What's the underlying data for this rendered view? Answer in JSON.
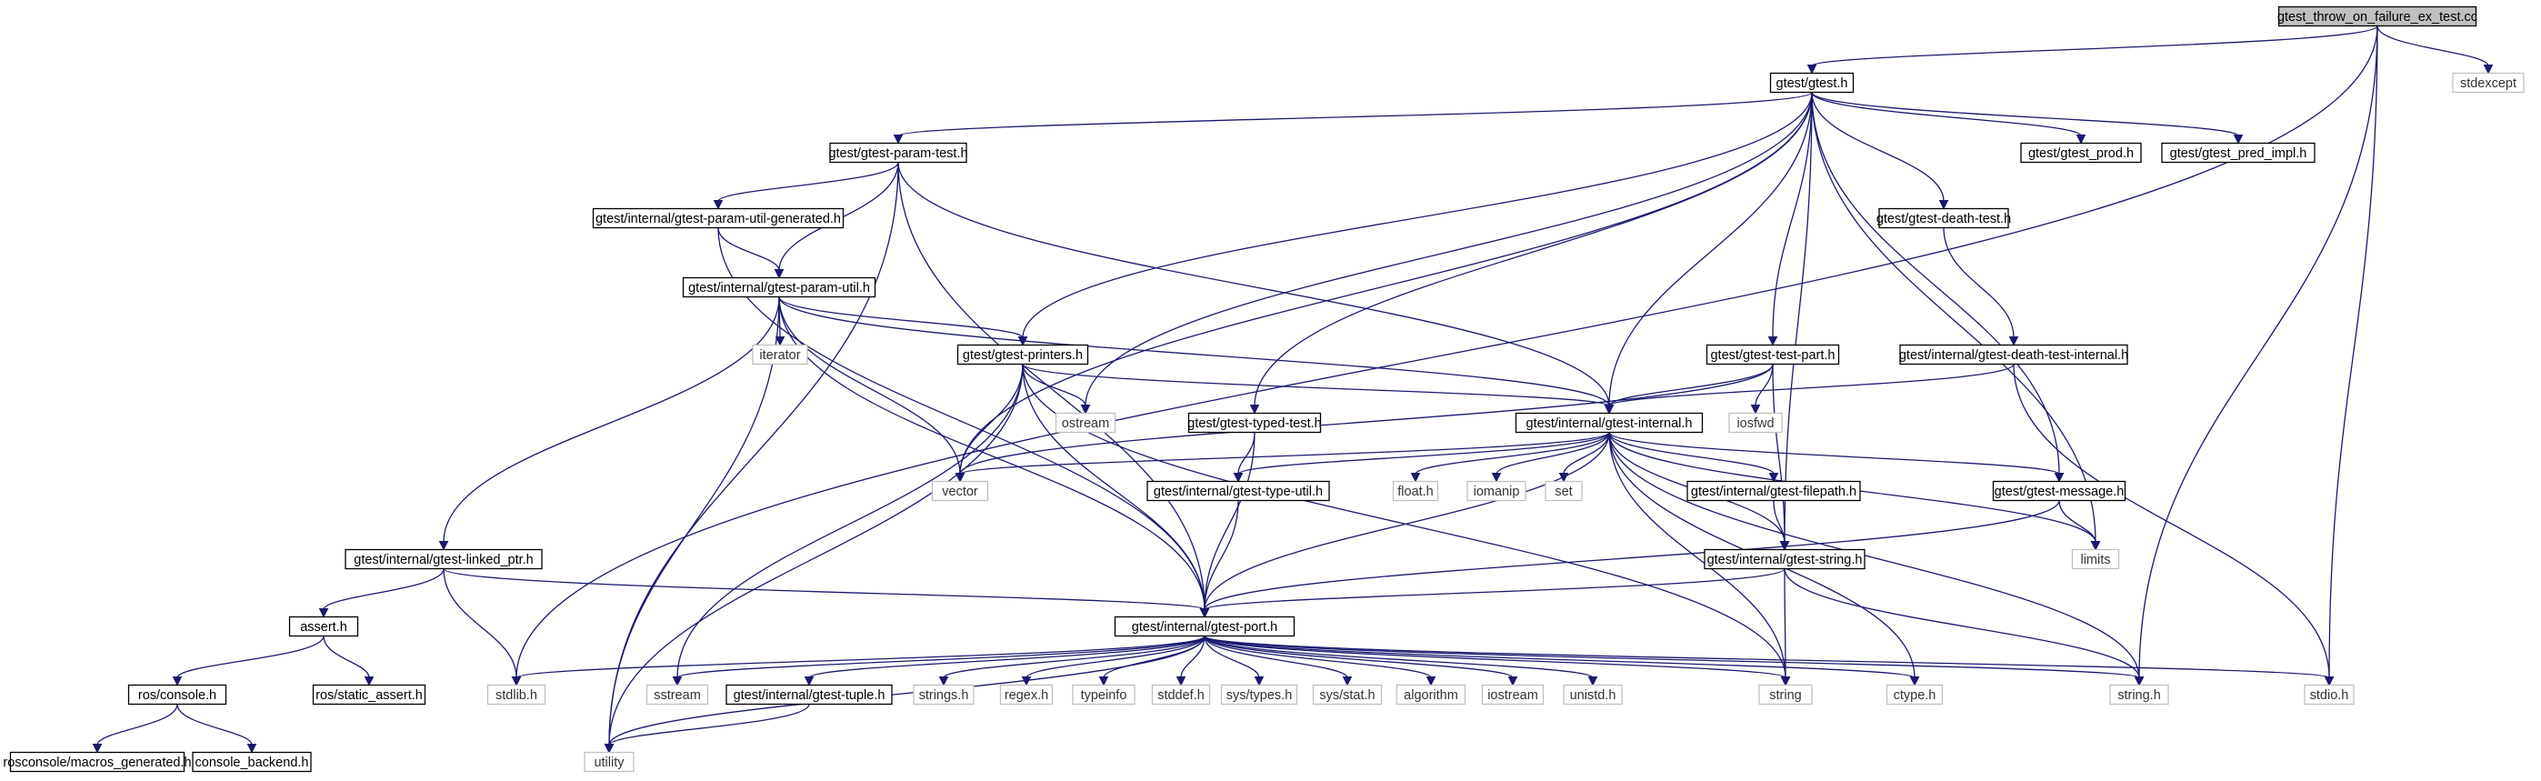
{
  "graph": {
    "title": "",
    "colors": {
      "edge": "#191970",
      "node_border": "#000000",
      "external_border": "#bfbfbf",
      "root_fill": "#bfbfbf",
      "node_fill": "#ffffff",
      "text": "#000000",
      "external_text": "#333333"
    },
    "nodes": [
      {
        "id": "root",
        "label": "gtest_throw_on_failure_ex_test.cc",
        "kind": "root"
      },
      {
        "id": "gtest",
        "label": "gtest/gtest.h",
        "kind": "file"
      },
      {
        "id": "stdexcept",
        "label": "stdexcept",
        "kind": "external"
      },
      {
        "id": "param_test",
        "label": "gtest/gtest-param-test.h",
        "kind": "file"
      },
      {
        "id": "gtest_prod",
        "label": "gtest/gtest_prod.h",
        "kind": "file"
      },
      {
        "id": "pred_impl",
        "label": "gtest/gtest_pred_impl.h",
        "kind": "file"
      },
      {
        "id": "param_util_gen",
        "label": "gtest/internal/gtest-param-util-generated.h",
        "kind": "file"
      },
      {
        "id": "death_test",
        "label": "gtest/gtest-death-test.h",
        "kind": "file"
      },
      {
        "id": "param_util",
        "label": "gtest/internal/gtest-param-util.h",
        "kind": "file"
      },
      {
        "id": "iterator",
        "label": "iterator",
        "kind": "external"
      },
      {
        "id": "printers",
        "label": "gtest/gtest-printers.h",
        "kind": "file"
      },
      {
        "id": "test_part",
        "label": "gtest/gtest-test-part.h",
        "kind": "file"
      },
      {
        "id": "death_internal",
        "label": "gtest/internal/gtest-death-test-internal.h",
        "kind": "file"
      },
      {
        "id": "ostream",
        "label": "ostream",
        "kind": "external"
      },
      {
        "id": "typed_test",
        "label": "gtest/gtest-typed-test.h",
        "kind": "file"
      },
      {
        "id": "internal",
        "label": "gtest/internal/gtest-internal.h",
        "kind": "file"
      },
      {
        "id": "iosfwd",
        "label": "iosfwd",
        "kind": "external"
      },
      {
        "id": "vector",
        "label": "vector",
        "kind": "external"
      },
      {
        "id": "type_util",
        "label": "gtest/internal/gtest-type-util.h",
        "kind": "file"
      },
      {
        "id": "float",
        "label": "float.h",
        "kind": "external"
      },
      {
        "id": "iomanip",
        "label": "iomanip",
        "kind": "external"
      },
      {
        "id": "set",
        "label": "set",
        "kind": "external"
      },
      {
        "id": "filepath",
        "label": "gtest/internal/gtest-filepath.h",
        "kind": "file"
      },
      {
        "id": "message",
        "label": "gtest/gtest-message.h",
        "kind": "file"
      },
      {
        "id": "limits",
        "label": "limits",
        "kind": "external"
      },
      {
        "id": "linked_ptr",
        "label": "gtest/internal/gtest-linked_ptr.h",
        "kind": "file"
      },
      {
        "id": "gstring",
        "label": "gtest/internal/gtest-string.h",
        "kind": "file"
      },
      {
        "id": "assert",
        "label": "assert.h",
        "kind": "file"
      },
      {
        "id": "port",
        "label": "gtest/internal/gtest-port.h",
        "kind": "file"
      },
      {
        "id": "ros_console",
        "label": "ros/console.h",
        "kind": "file"
      },
      {
        "id": "static_assert",
        "label": "ros/static_assert.h",
        "kind": "file"
      },
      {
        "id": "stdlib",
        "label": "stdlib.h",
        "kind": "external"
      },
      {
        "id": "sstream",
        "label": "sstream",
        "kind": "external"
      },
      {
        "id": "tuple",
        "label": "gtest/internal/gtest-tuple.h",
        "kind": "file"
      },
      {
        "id": "strings",
        "label": "strings.h",
        "kind": "external"
      },
      {
        "id": "regex",
        "label": "regex.h",
        "kind": "external"
      },
      {
        "id": "typeinfo",
        "label": "typeinfo",
        "kind": "external"
      },
      {
        "id": "stddef",
        "label": "stddef.h",
        "kind": "external"
      },
      {
        "id": "sys_types",
        "label": "sys/types.h",
        "kind": "external"
      },
      {
        "id": "sys_stat",
        "label": "sys/stat.h",
        "kind": "external"
      },
      {
        "id": "algorithm",
        "label": "algorithm",
        "kind": "external"
      },
      {
        "id": "iostream",
        "label": "iostream",
        "kind": "external"
      },
      {
        "id": "unistd",
        "label": "unistd.h",
        "kind": "external"
      },
      {
        "id": "string",
        "label": "string",
        "kind": "external"
      },
      {
        "id": "ctype",
        "label": "ctype.h",
        "kind": "external"
      },
      {
        "id": "string_h",
        "label": "string.h",
        "kind": "external"
      },
      {
        "id": "stdio",
        "label": "stdio.h",
        "kind": "external"
      },
      {
        "id": "macros_gen",
        "label": "rosconsole/macros_generated.h",
        "kind": "file"
      },
      {
        "id": "console_backend",
        "label": "console_backend.h",
        "kind": "file"
      },
      {
        "id": "utility",
        "label": "utility",
        "kind": "external"
      }
    ],
    "edges": [
      [
        "root",
        "gtest"
      ],
      [
        "root",
        "stdexcept"
      ],
      [
        "root",
        "stdlib"
      ],
      [
        "root",
        "string_h"
      ],
      [
        "root",
        "stdio"
      ],
      [
        "gtest",
        "param_test"
      ],
      [
        "gtest",
        "gtest_prod"
      ],
      [
        "gtest",
        "pred_impl"
      ],
      [
        "gtest",
        "death_test"
      ],
      [
        "gtest",
        "printers"
      ],
      [
        "gtest",
        "test_part"
      ],
      [
        "gtest",
        "ostream"
      ],
      [
        "gtest",
        "typed_test"
      ],
      [
        "gtest",
        "internal"
      ],
      [
        "gtest",
        "vector"
      ],
      [
        "gtest",
        "message"
      ],
      [
        "gtest",
        "limits"
      ],
      [
        "gtest",
        "gstring"
      ],
      [
        "param_test",
        "param_util_gen"
      ],
      [
        "param_test",
        "param_util"
      ],
      [
        "param_test",
        "internal"
      ],
      [
        "param_test",
        "port"
      ],
      [
        "param_test",
        "utility"
      ],
      [
        "param_util_gen",
        "param_util"
      ],
      [
        "param_util_gen",
        "port"
      ],
      [
        "death_test",
        "death_internal"
      ],
      [
        "param_util",
        "iterator"
      ],
      [
        "param_util",
        "printers"
      ],
      [
        "param_util",
        "internal"
      ],
      [
        "param_util",
        "vector"
      ],
      [
        "param_util",
        "linked_ptr"
      ],
      [
        "param_util",
        "port"
      ],
      [
        "param_util",
        "utility"
      ],
      [
        "printers",
        "ostream"
      ],
      [
        "printers",
        "internal"
      ],
      [
        "printers",
        "vector"
      ],
      [
        "printers",
        "sstream"
      ],
      [
        "printers",
        "port"
      ],
      [
        "printers",
        "string"
      ],
      [
        "printers",
        "utility"
      ],
      [
        "test_part",
        "internal"
      ],
      [
        "test_part",
        "iosfwd"
      ],
      [
        "test_part",
        "vector"
      ],
      [
        "test_part",
        "gstring"
      ],
      [
        "death_internal",
        "internal"
      ],
      [
        "death_internal",
        "stdio"
      ],
      [
        "typed_test",
        "type_util"
      ],
      [
        "typed_test",
        "port"
      ],
      [
        "internal",
        "vector"
      ],
      [
        "internal",
        "type_util"
      ],
      [
        "internal",
        "float"
      ],
      [
        "internal",
        "iomanip"
      ],
      [
        "internal",
        "set"
      ],
      [
        "internal",
        "filepath"
      ],
      [
        "internal",
        "message"
      ],
      [
        "internal",
        "limits"
      ],
      [
        "internal",
        "gstring"
      ],
      [
        "internal",
        "port"
      ],
      [
        "internal",
        "string"
      ],
      [
        "internal",
        "ctype"
      ],
      [
        "internal",
        "string_h"
      ],
      [
        "type_util",
        "port"
      ],
      [
        "filepath",
        "gstring"
      ],
      [
        "message",
        "limits"
      ],
      [
        "message",
        "port"
      ],
      [
        "linked_ptr",
        "assert"
      ],
      [
        "linked_ptr",
        "stdlib"
      ],
      [
        "linked_ptr",
        "port"
      ],
      [
        "gstring",
        "port"
      ],
      [
        "gstring",
        "string"
      ],
      [
        "gstring",
        "string_h"
      ],
      [
        "assert",
        "ros_console"
      ],
      [
        "assert",
        "static_assert"
      ],
      [
        "ros_console",
        "macros_gen"
      ],
      [
        "ros_console",
        "console_backend"
      ],
      [
        "port",
        "stdlib"
      ],
      [
        "port",
        "sstream"
      ],
      [
        "port",
        "tuple"
      ],
      [
        "port",
        "strings"
      ],
      [
        "port",
        "regex"
      ],
      [
        "port",
        "typeinfo"
      ],
      [
        "port",
        "stddef"
      ],
      [
        "port",
        "sys_types"
      ],
      [
        "port",
        "sys_stat"
      ],
      [
        "port",
        "algorithm"
      ],
      [
        "port",
        "iostream"
      ],
      [
        "port",
        "unistd"
      ],
      [
        "port",
        "string"
      ],
      [
        "port",
        "ctype"
      ],
      [
        "port",
        "string_h"
      ],
      [
        "port",
        "stdio"
      ],
      [
        "port",
        "utility"
      ],
      [
        "tuple",
        "utility"
      ]
    ]
  }
}
